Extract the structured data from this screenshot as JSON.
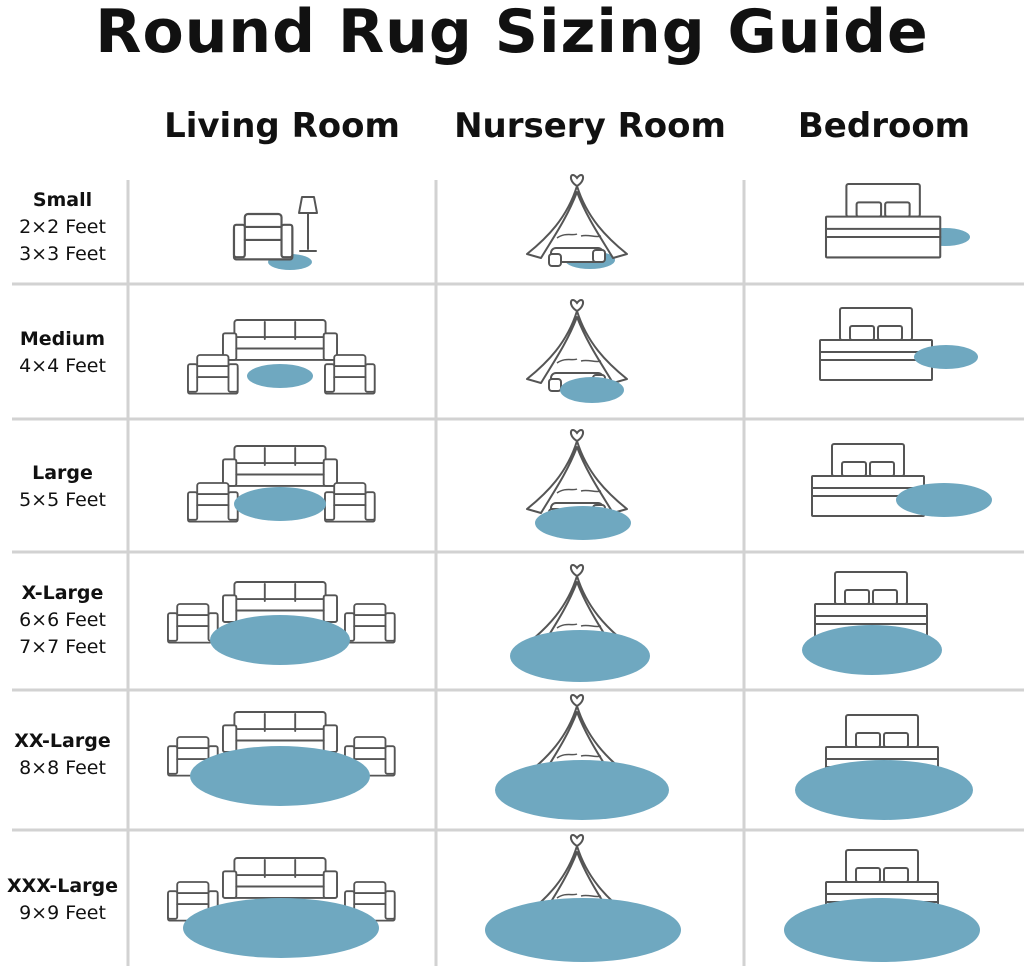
{
  "title": "Round Rug Sizing Guide",
  "columns": [
    "Living Room",
    "Nursery Room",
    "Bedroom"
  ],
  "rows": [
    {
      "size": "Small",
      "dims": [
        "2×2 Feet",
        "3×3 Feet"
      ]
    },
    {
      "size": "Medium",
      "dims": [
        "4×4 Feet"
      ]
    },
    {
      "size": "Large",
      "dims": [
        "5×5 Feet"
      ]
    },
    {
      "size": "X-Large",
      "dims": [
        "6×6 Feet",
        "7×7 Feet"
      ]
    },
    {
      "size": "XX-Large",
      "dims": [
        "8×8 Feet"
      ]
    },
    {
      "size": "XXX-Large",
      "dims": [
        "9×9 Feet"
      ]
    }
  ],
  "colors": {
    "rug": "#6fa8c0",
    "line": "#555555",
    "grid": "#d2d2d2"
  }
}
